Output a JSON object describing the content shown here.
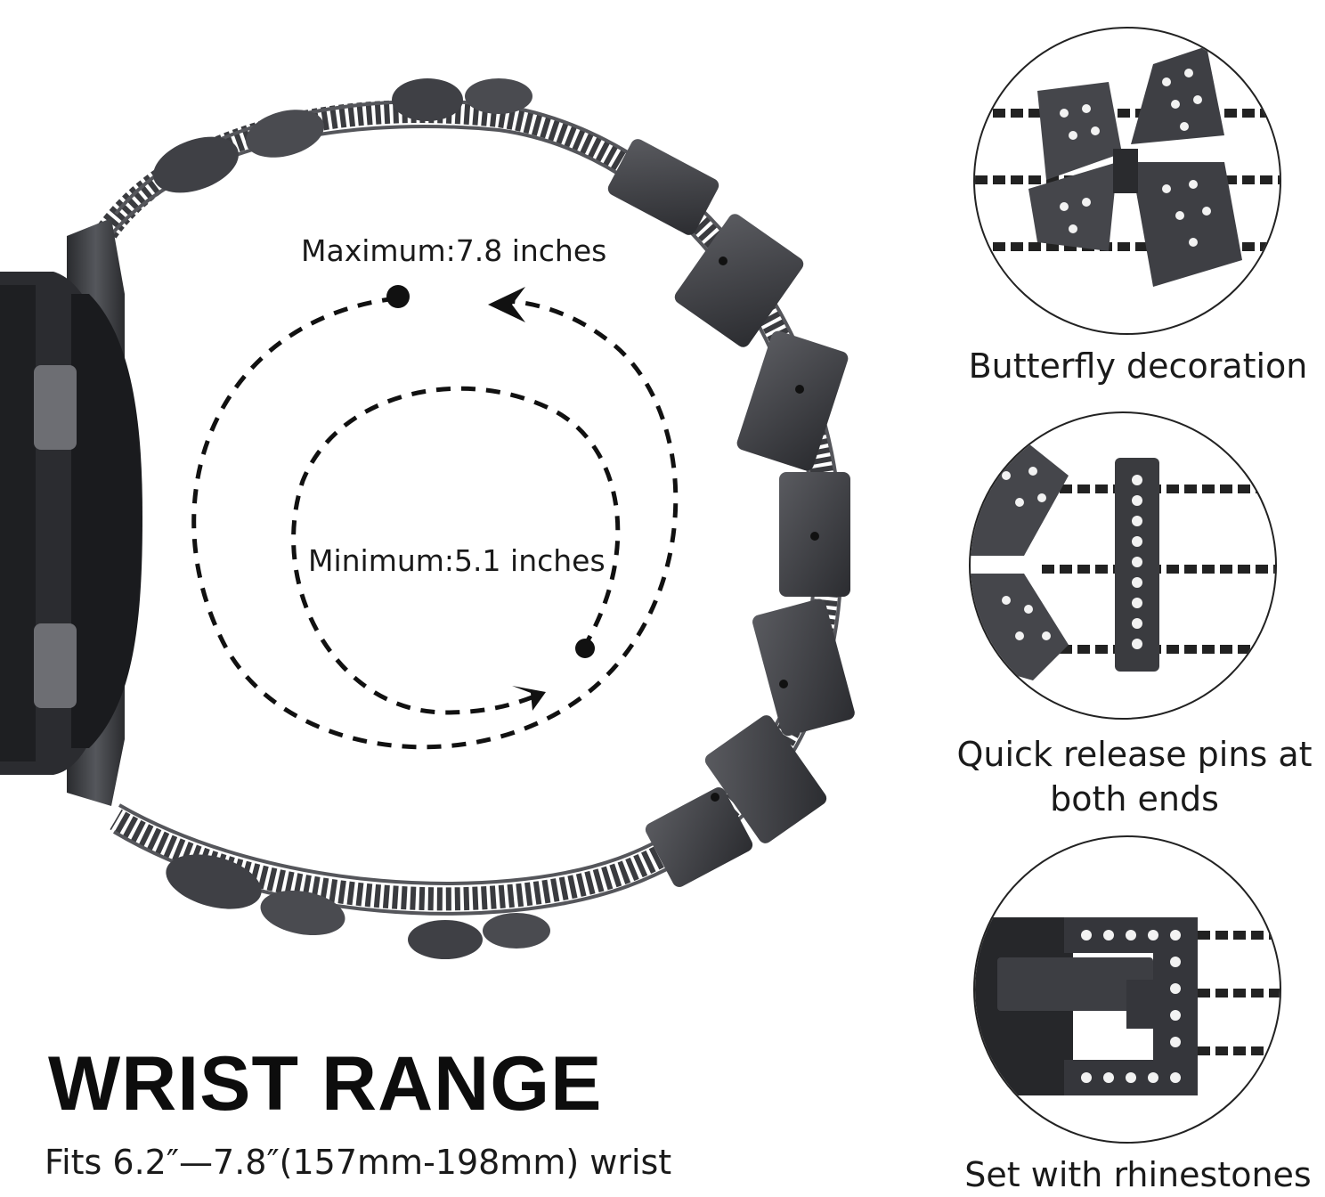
{
  "range": {
    "max_label": "Maximum:7.8 inches",
    "min_label": "Minimum:5.1 inches"
  },
  "headline": "WRIST RANGE",
  "subline": "Fits 6.2″—7.8″(157mm-198mm) wrist",
  "features": [
    {
      "caption_line1": "Butterfly decoration",
      "caption_line2": ""
    },
    {
      "caption_line1": "Quick release pins at",
      "caption_line2": "both ends"
    },
    {
      "caption_line1": "Set with rhinestones",
      "caption_line2": ""
    }
  ],
  "colors": {
    "metal": "#3a3b3f",
    "metal_light": "#6d6e73",
    "text": "#1a1a1a",
    "background": "#ffffff"
  },
  "icons": [
    "watch-case",
    "butterfly-charm",
    "chain-links",
    "clasp-buckle",
    "rhinestone"
  ]
}
